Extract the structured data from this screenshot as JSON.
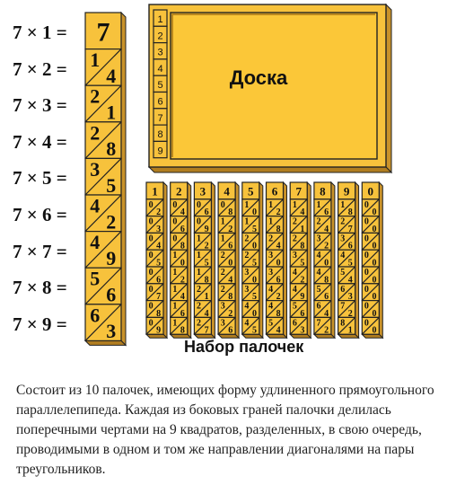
{
  "equations": [
    "7 × 1 =",
    "7 × 2 =",
    "7 × 3 =",
    "7 × 4 =",
    "7 × 5 =",
    "7 × 6 =",
    "7 × 7 =",
    "7 × 8 =",
    "7 × 9 ="
  ],
  "seven_rod": {
    "header": "7",
    "cells": [
      [
        "1",
        "4"
      ],
      [
        "2",
        "1"
      ],
      [
        "2",
        "8"
      ],
      [
        "3",
        "5"
      ],
      [
        "4",
        "2"
      ],
      [
        "4",
        "9"
      ],
      [
        "5",
        "6"
      ],
      [
        "6",
        "3"
      ]
    ]
  },
  "board": {
    "label": "Доска",
    "column": [
      "1",
      "2",
      "3",
      "4",
      "5",
      "6",
      "7",
      "8",
      "9"
    ]
  },
  "rods": [
    {
      "header": "1",
      "cells": [
        [
          "0",
          "2"
        ],
        [
          "0",
          "3"
        ],
        [
          "0",
          "4"
        ],
        [
          "0",
          "5"
        ],
        [
          "0",
          "6"
        ],
        [
          "0",
          "7"
        ],
        [
          "0",
          "8"
        ],
        [
          "0",
          "9"
        ]
      ]
    },
    {
      "header": "2",
      "cells": [
        [
          "0",
          "4"
        ],
        [
          "0",
          "6"
        ],
        [
          "0",
          "8"
        ],
        [
          "1",
          "0"
        ],
        [
          "1",
          "2"
        ],
        [
          "1",
          "4"
        ],
        [
          "1",
          "6"
        ],
        [
          "1",
          "8"
        ]
      ]
    },
    {
      "header": "3",
      "cells": [
        [
          "0",
          "6"
        ],
        [
          "0",
          "9"
        ],
        [
          "1",
          "2"
        ],
        [
          "1",
          "5"
        ],
        [
          "1",
          "8"
        ],
        [
          "2",
          "1"
        ],
        [
          "2",
          "4"
        ],
        [
          "2",
          "7"
        ]
      ]
    },
    {
      "header": "4",
      "cells": [
        [
          "0",
          "8"
        ],
        [
          "1",
          "2"
        ],
        [
          "1",
          "6"
        ],
        [
          "2",
          "0"
        ],
        [
          "2",
          "4"
        ],
        [
          "2",
          "8"
        ],
        [
          "3",
          "2"
        ],
        [
          "3",
          "6"
        ]
      ]
    },
    {
      "header": "5",
      "cells": [
        [
          "1",
          "0"
        ],
        [
          "1",
          "5"
        ],
        [
          "2",
          "0"
        ],
        [
          "2",
          "5"
        ],
        [
          "3",
          "0"
        ],
        [
          "3",
          "5"
        ],
        [
          "4",
          "0"
        ],
        [
          "4",
          "5"
        ]
      ]
    },
    {
      "header": "6",
      "cells": [
        [
          "1",
          "2"
        ],
        [
          "1",
          "8"
        ],
        [
          "2",
          "4"
        ],
        [
          "3",
          "0"
        ],
        [
          "3",
          "6"
        ],
        [
          "4",
          "2"
        ],
        [
          "4",
          "8"
        ],
        [
          "5",
          "4"
        ]
      ]
    },
    {
      "header": "7",
      "cells": [
        [
          "1",
          "4"
        ],
        [
          "2",
          "1"
        ],
        [
          "2",
          "8"
        ],
        [
          "3",
          "5"
        ],
        [
          "4",
          "2"
        ],
        [
          "4",
          "9"
        ],
        [
          "5",
          "6"
        ],
        [
          "6",
          "3"
        ]
      ]
    },
    {
      "header": "8",
      "cells": [
        [
          "1",
          "6"
        ],
        [
          "2",
          "4"
        ],
        [
          "3",
          "2"
        ],
        [
          "4",
          "0"
        ],
        [
          "4",
          "8"
        ],
        [
          "5",
          "6"
        ],
        [
          "6",
          "4"
        ],
        [
          "7",
          "2"
        ]
      ]
    },
    {
      "header": "9",
      "cells": [
        [
          "1",
          "8"
        ],
        [
          "2",
          "7"
        ],
        [
          "3",
          "6"
        ],
        [
          "4",
          "5"
        ],
        [
          "5",
          "4"
        ],
        [
          "6",
          "3"
        ],
        [
          "7",
          "2"
        ],
        [
          "8",
          "1"
        ]
      ]
    },
    {
      "header": "0",
      "cells": [
        [
          "0",
          "0"
        ],
        [
          "0",
          "0"
        ],
        [
          "0",
          "0"
        ],
        [
          "0",
          "0"
        ],
        [
          "0",
          "0"
        ],
        [
          "0",
          "0"
        ],
        [
          "0",
          "0"
        ],
        [
          "0",
          "0"
        ]
      ]
    }
  ],
  "rods_caption": "Набор палочек",
  "description": "Состоит из 10 палочек, имеющих форму удлиненного прямоугольного параллелепипеда. Каждая из боковых граней палочки делилась поперечными чертами на 9 квадратов, разделенных, в свою очередь, проводимыми в одном и том же направлении диагоналями на пары треугольников.",
  "colors": {
    "wood": "#f7c23c",
    "board_inner": "#fbc738",
    "outline": "#222222"
  }
}
